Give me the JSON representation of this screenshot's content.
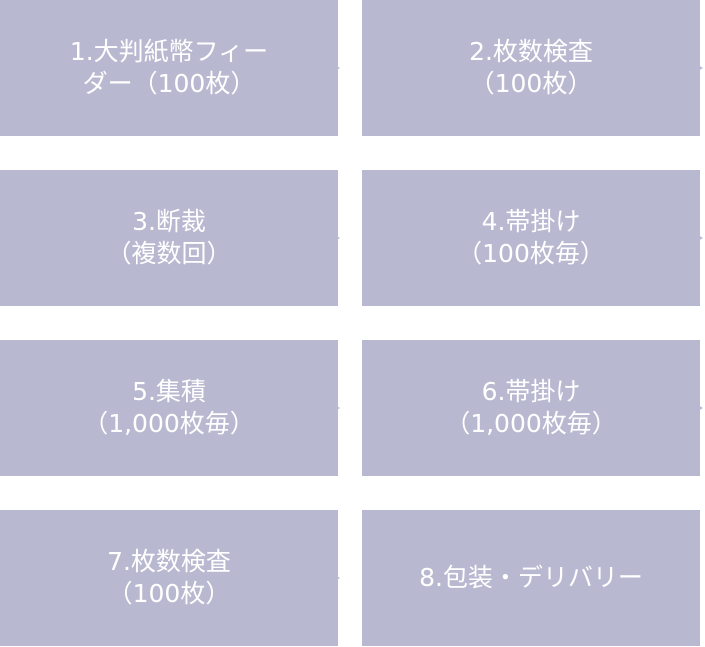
{
  "steps": [
    {
      "lines": [
        "1.大判紙幣フィー",
        "ダー（100枚）"
      ]
    },
    {
      "lines": [
        "2.枚数検査",
        "（100枚）"
      ]
    },
    {
      "lines": [
        "3.断裁",
        "（複数回）"
      ]
    },
    {
      "lines": [
        "4.帯掛け",
        "（100枚毎）"
      ]
    },
    {
      "lines": [
        "5.集積",
        "（1,000枚毎）"
      ]
    },
    {
      "lines": [
        "6.帯掛け",
        "（1,000枚毎）"
      ]
    },
    {
      "lines": [
        "7.枚数検査",
        "（100枚）"
      ]
    },
    {
      "lines": [
        "8.包装・デリバリー"
      ]
    }
  ],
  "colors": {
    "box": "#b8b8d0",
    "arrow": "#b8b8d0",
    "text": "#ffffff"
  }
}
